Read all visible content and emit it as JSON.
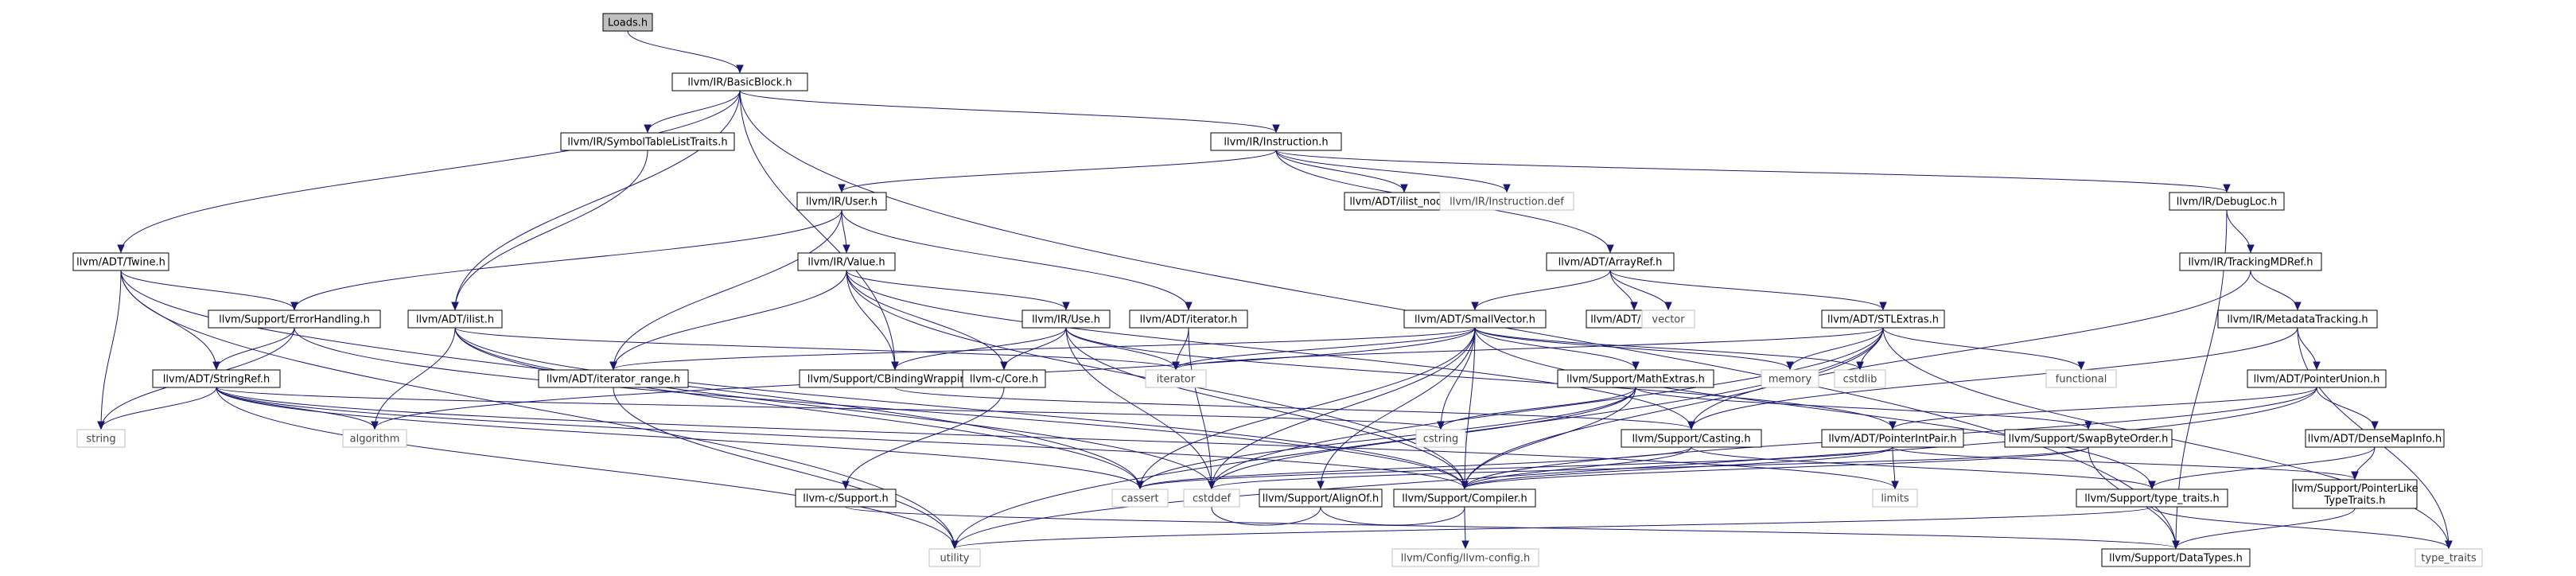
{
  "nodes": [
    {
      "id": "loads",
      "label": "Loads.h",
      "kind": "root"
    },
    {
      "id": "basicblock",
      "label": "llvm/IR/BasicBlock.h"
    },
    {
      "id": "twine",
      "label": "llvm/ADT/Twine.h"
    },
    {
      "id": "ilist",
      "label": "llvm/ADT/ilist.h"
    },
    {
      "id": "symtab",
      "label": "llvm/IR/SymbolTableListTraits.h"
    },
    {
      "id": "instruction",
      "label": "llvm/IR/Instruction.h"
    },
    {
      "id": "user",
      "label": "llvm/IR/User.h"
    },
    {
      "id": "ilistnode",
      "label": "llvm/ADT/ilist_node.h"
    },
    {
      "id": "instdef",
      "label": "llvm/IR/Instruction.def",
      "kind": "sys"
    },
    {
      "id": "debugloc",
      "label": "llvm/IR/DebugLoc.h"
    },
    {
      "id": "errorhandling",
      "label": "llvm/Support/ErrorHandling.h"
    },
    {
      "id": "stringref",
      "label": "llvm/ADT/StringRef.h"
    },
    {
      "id": "string",
      "label": "string",
      "kind": "sys"
    },
    {
      "id": "value",
      "label": "llvm/IR/Value.h"
    },
    {
      "id": "use",
      "label": "llvm/IR/Use.h"
    },
    {
      "id": "adtiterator",
      "label": "llvm/ADT/iterator.h"
    },
    {
      "id": "iterrange",
      "label": "llvm/ADT/iterator_range.h"
    },
    {
      "id": "cbinding",
      "label": "llvm/Support/CBindingWrapping.h"
    },
    {
      "id": "ccore",
      "label": "llvm-c/Core.h"
    },
    {
      "id": "arrayref",
      "label": "llvm/ADT/ArrayRef.h"
    },
    {
      "id": "smallvector",
      "label": "llvm/ADT/SmallVector.h"
    },
    {
      "id": "none",
      "label": "llvm/ADT/None.h"
    },
    {
      "id": "vector",
      "label": "vector",
      "kind": "sys"
    },
    {
      "id": "stlextras",
      "label": "llvm/ADT/STLExtras.h"
    },
    {
      "id": "trackingmdref",
      "label": "llvm/IR/TrackingMDRef.h"
    },
    {
      "id": "metadatatracking",
      "label": "llvm/IR/MetadataTracking.h"
    },
    {
      "id": "pointerunion",
      "label": "llvm/ADT/PointerUnion.h"
    },
    {
      "id": "densemapinfo",
      "label": "llvm/ADT/DenseMapInfo.h"
    },
    {
      "id": "iterator",
      "label": "iterator",
      "kind": "sys"
    },
    {
      "id": "memory",
      "label": "memory",
      "kind": "sys"
    },
    {
      "id": "cstdlib",
      "label": "cstdlib",
      "kind": "sys"
    },
    {
      "id": "functional",
      "label": "functional",
      "kind": "sys"
    },
    {
      "id": "mathextras",
      "label": "llvm/Support/MathExtras.h"
    },
    {
      "id": "algorithm",
      "label": "algorithm",
      "kind": "sys"
    },
    {
      "id": "cstring",
      "label": "cstring",
      "kind": "sys"
    },
    {
      "id": "casting",
      "label": "llvm/Support/Casting.h"
    },
    {
      "id": "pointerintpair",
      "label": "llvm/ADT/PointerIntPair.h"
    },
    {
      "id": "swapbyteorder",
      "label": "llvm/Support/SwapByteOrder.h"
    },
    {
      "id": "alignof",
      "label": "llvm/Support/AlignOf.h"
    },
    {
      "id": "csupport",
      "label": "llvm-c/Support.h"
    },
    {
      "id": "cassert",
      "label": "cassert",
      "kind": "sys"
    },
    {
      "id": "cstddef",
      "label": "cstddef",
      "kind": "sys"
    },
    {
      "id": "compiler",
      "label": "llvm/Support/Compiler.h"
    },
    {
      "id": "limits",
      "label": "limits",
      "kind": "sys"
    },
    {
      "id": "typetraitsllvm",
      "label": "llvm/Support/type_traits.h"
    },
    {
      "id": "pointerlike",
      "label": "llvm/Support/PointerLike\nTypeTraits.h"
    },
    {
      "id": "utility",
      "label": "utility",
      "kind": "sys"
    },
    {
      "id": "llvmconfig",
      "label": "llvm/Config/llvm-config.h",
      "kind": "sys"
    },
    {
      "id": "datatypes",
      "label": "llvm/Support/DataTypes.h"
    },
    {
      "id": "typetraits",
      "label": "type_traits",
      "kind": "sys"
    }
  ],
  "edges": [
    [
      "loads",
      "basicblock"
    ],
    [
      "basicblock",
      "twine"
    ],
    [
      "basicblock",
      "ilist"
    ],
    [
      "basicblock",
      "symtab"
    ],
    [
      "basicblock",
      "instruction"
    ],
    [
      "basicblock",
      "cbinding"
    ],
    [
      "basicblock",
      "datatypes"
    ],
    [
      "symtab",
      "ilist"
    ],
    [
      "instruction",
      "user"
    ],
    [
      "instruction",
      "ilistnode"
    ],
    [
      "instruction",
      "instdef"
    ],
    [
      "instruction",
      "arrayref"
    ],
    [
      "instruction",
      "debugloc"
    ],
    [
      "user",
      "errorhandling"
    ],
    [
      "user",
      "value"
    ],
    [
      "user",
      "adtiterator"
    ],
    [
      "user",
      "iterrange"
    ],
    [
      "twine",
      "errorhandling"
    ],
    [
      "twine",
      "stringref"
    ],
    [
      "twine",
      "string"
    ],
    [
      "twine",
      "cassert"
    ],
    [
      "twine",
      "utility"
    ],
    [
      "errorhandling",
      "stringref"
    ],
    [
      "errorhandling",
      "string"
    ],
    [
      "errorhandling",
      "compiler"
    ],
    [
      "stringref",
      "string"
    ],
    [
      "stringref",
      "algorithm"
    ],
    [
      "stringref",
      "cassert"
    ],
    [
      "stringref",
      "cstring"
    ],
    [
      "stringref",
      "compiler"
    ],
    [
      "stringref",
      "utility"
    ],
    [
      "stringref",
      "limits"
    ],
    [
      "ilist",
      "iterator"
    ],
    [
      "ilist",
      "algorithm"
    ],
    [
      "ilist",
      "cassert"
    ],
    [
      "ilist",
      "cstddef"
    ],
    [
      "ilist",
      "compiler"
    ],
    [
      "value",
      "use"
    ],
    [
      "value",
      "iterrange"
    ],
    [
      "value",
      "cbinding"
    ],
    [
      "value",
      "ccore"
    ],
    [
      "value",
      "casting"
    ],
    [
      "value",
      "compiler"
    ],
    [
      "use",
      "ccore"
    ],
    [
      "use",
      "cbinding"
    ],
    [
      "use",
      "iterator"
    ],
    [
      "use",
      "pointerintpair"
    ],
    [
      "use",
      "cstddef"
    ],
    [
      "use",
      "compiler"
    ],
    [
      "adtiterator",
      "iterator"
    ],
    [
      "adtiterator",
      "cstddef"
    ],
    [
      "iterrange",
      "utility"
    ],
    [
      "cbinding",
      "casting"
    ],
    [
      "ccore",
      "csupport"
    ],
    [
      "csupport",
      "datatypes"
    ],
    [
      "arrayref",
      "smallvector"
    ],
    [
      "arrayref",
      "none"
    ],
    [
      "arrayref",
      "vector"
    ],
    [
      "arrayref",
      "stlextras"
    ],
    [
      "smallvector",
      "iterrange"
    ],
    [
      "smallvector",
      "alignof"
    ],
    [
      "smallvector",
      "compiler"
    ],
    [
      "smallvector",
      "mathextras"
    ],
    [
      "smallvector",
      "algorithm"
    ],
    [
      "smallvector",
      "cassert"
    ],
    [
      "smallvector",
      "cstddef"
    ],
    [
      "smallvector",
      "cstdlib"
    ],
    [
      "smallvector",
      "cstring"
    ],
    [
      "smallvector",
      "iterator"
    ],
    [
      "smallvector",
      "memory"
    ],
    [
      "smallvector",
      "typetraitsllvm"
    ],
    [
      "stlextras",
      "iterator"
    ],
    [
      "stlextras",
      "memory"
    ],
    [
      "stlextras",
      "cstdlib"
    ],
    [
      "stlextras",
      "functional"
    ],
    [
      "stlextras",
      "cstddef"
    ],
    [
      "stlextras",
      "utility"
    ],
    [
      "stlextras",
      "compiler"
    ],
    [
      "stlextras",
      "typetraits"
    ],
    [
      "debugloc",
      "trackingmdref"
    ],
    [
      "debugloc",
      "datatypes"
    ],
    [
      "trackingmdref",
      "metadatatracking"
    ],
    [
      "trackingmdref",
      "casting"
    ],
    [
      "metadatatracking",
      "pointerunion"
    ],
    [
      "metadatatracking",
      "casting"
    ],
    [
      "metadatatracking",
      "typetraits"
    ],
    [
      "pointerunion",
      "densemapinfo"
    ],
    [
      "pointerunion",
      "pointerintpair"
    ],
    [
      "pointerunion",
      "compiler"
    ],
    [
      "pointerunion",
      "utility"
    ],
    [
      "densemapinfo",
      "pointerlike"
    ],
    [
      "densemapinfo",
      "typetraitsllvm"
    ],
    [
      "mathextras",
      "compiler"
    ],
    [
      "mathextras",
      "swapbyteorder"
    ],
    [
      "mathextras",
      "cassert"
    ],
    [
      "mathextras",
      "cstring"
    ],
    [
      "mathextras",
      "cstddef"
    ],
    [
      "casting",
      "compiler"
    ],
    [
      "casting",
      "typetraitsllvm"
    ],
    [
      "casting",
      "cassert"
    ],
    [
      "pointerintpair",
      "compiler"
    ],
    [
      "pointerintpair",
      "pointerlike"
    ],
    [
      "pointerintpair",
      "cassert"
    ],
    [
      "pointerintpair",
      "limits"
    ],
    [
      "swapbyteorder",
      "compiler"
    ],
    [
      "swapbyteorder",
      "datatypes"
    ],
    [
      "swapbyteorder",
      "cstddef"
    ],
    [
      "alignof",
      "compiler"
    ],
    [
      "alignof",
      "cstddef"
    ],
    [
      "compiler",
      "llvmconfig"
    ],
    [
      "typetraitsllvm",
      "utility"
    ],
    [
      "typetraitsllvm",
      "typetraits"
    ],
    [
      "pointerlike",
      "datatypes"
    ]
  ]
}
